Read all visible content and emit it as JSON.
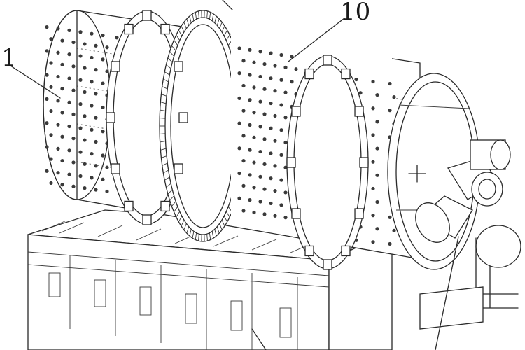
{
  "callouts": [
    {
      "id": "1",
      "text": "1"
    },
    {
      "id": "10",
      "text": "10"
    }
  ],
  "colors": {
    "line": "#2a2a2a",
    "background": "#ffffff"
  }
}
